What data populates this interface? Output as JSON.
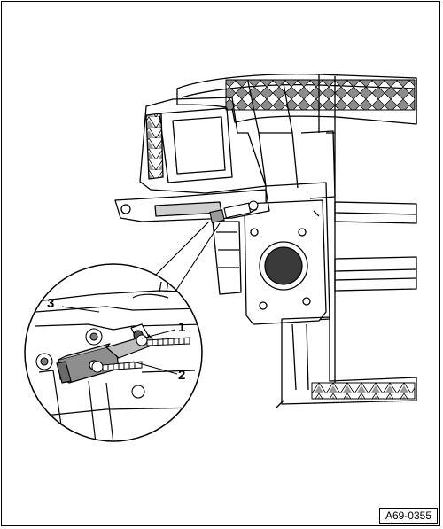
{
  "figure": {
    "id": "A69-0355",
    "callouts": [
      {
        "key": "3",
        "label": "3"
      },
      {
        "key": "1",
        "label": "1"
      },
      {
        "key": "2",
        "label": "2"
      }
    ]
  },
  "colors": {
    "line": "#000000",
    "shade": "#9a9a9a",
    "light": "#d8d8d8",
    "background": "#ffffff"
  }
}
